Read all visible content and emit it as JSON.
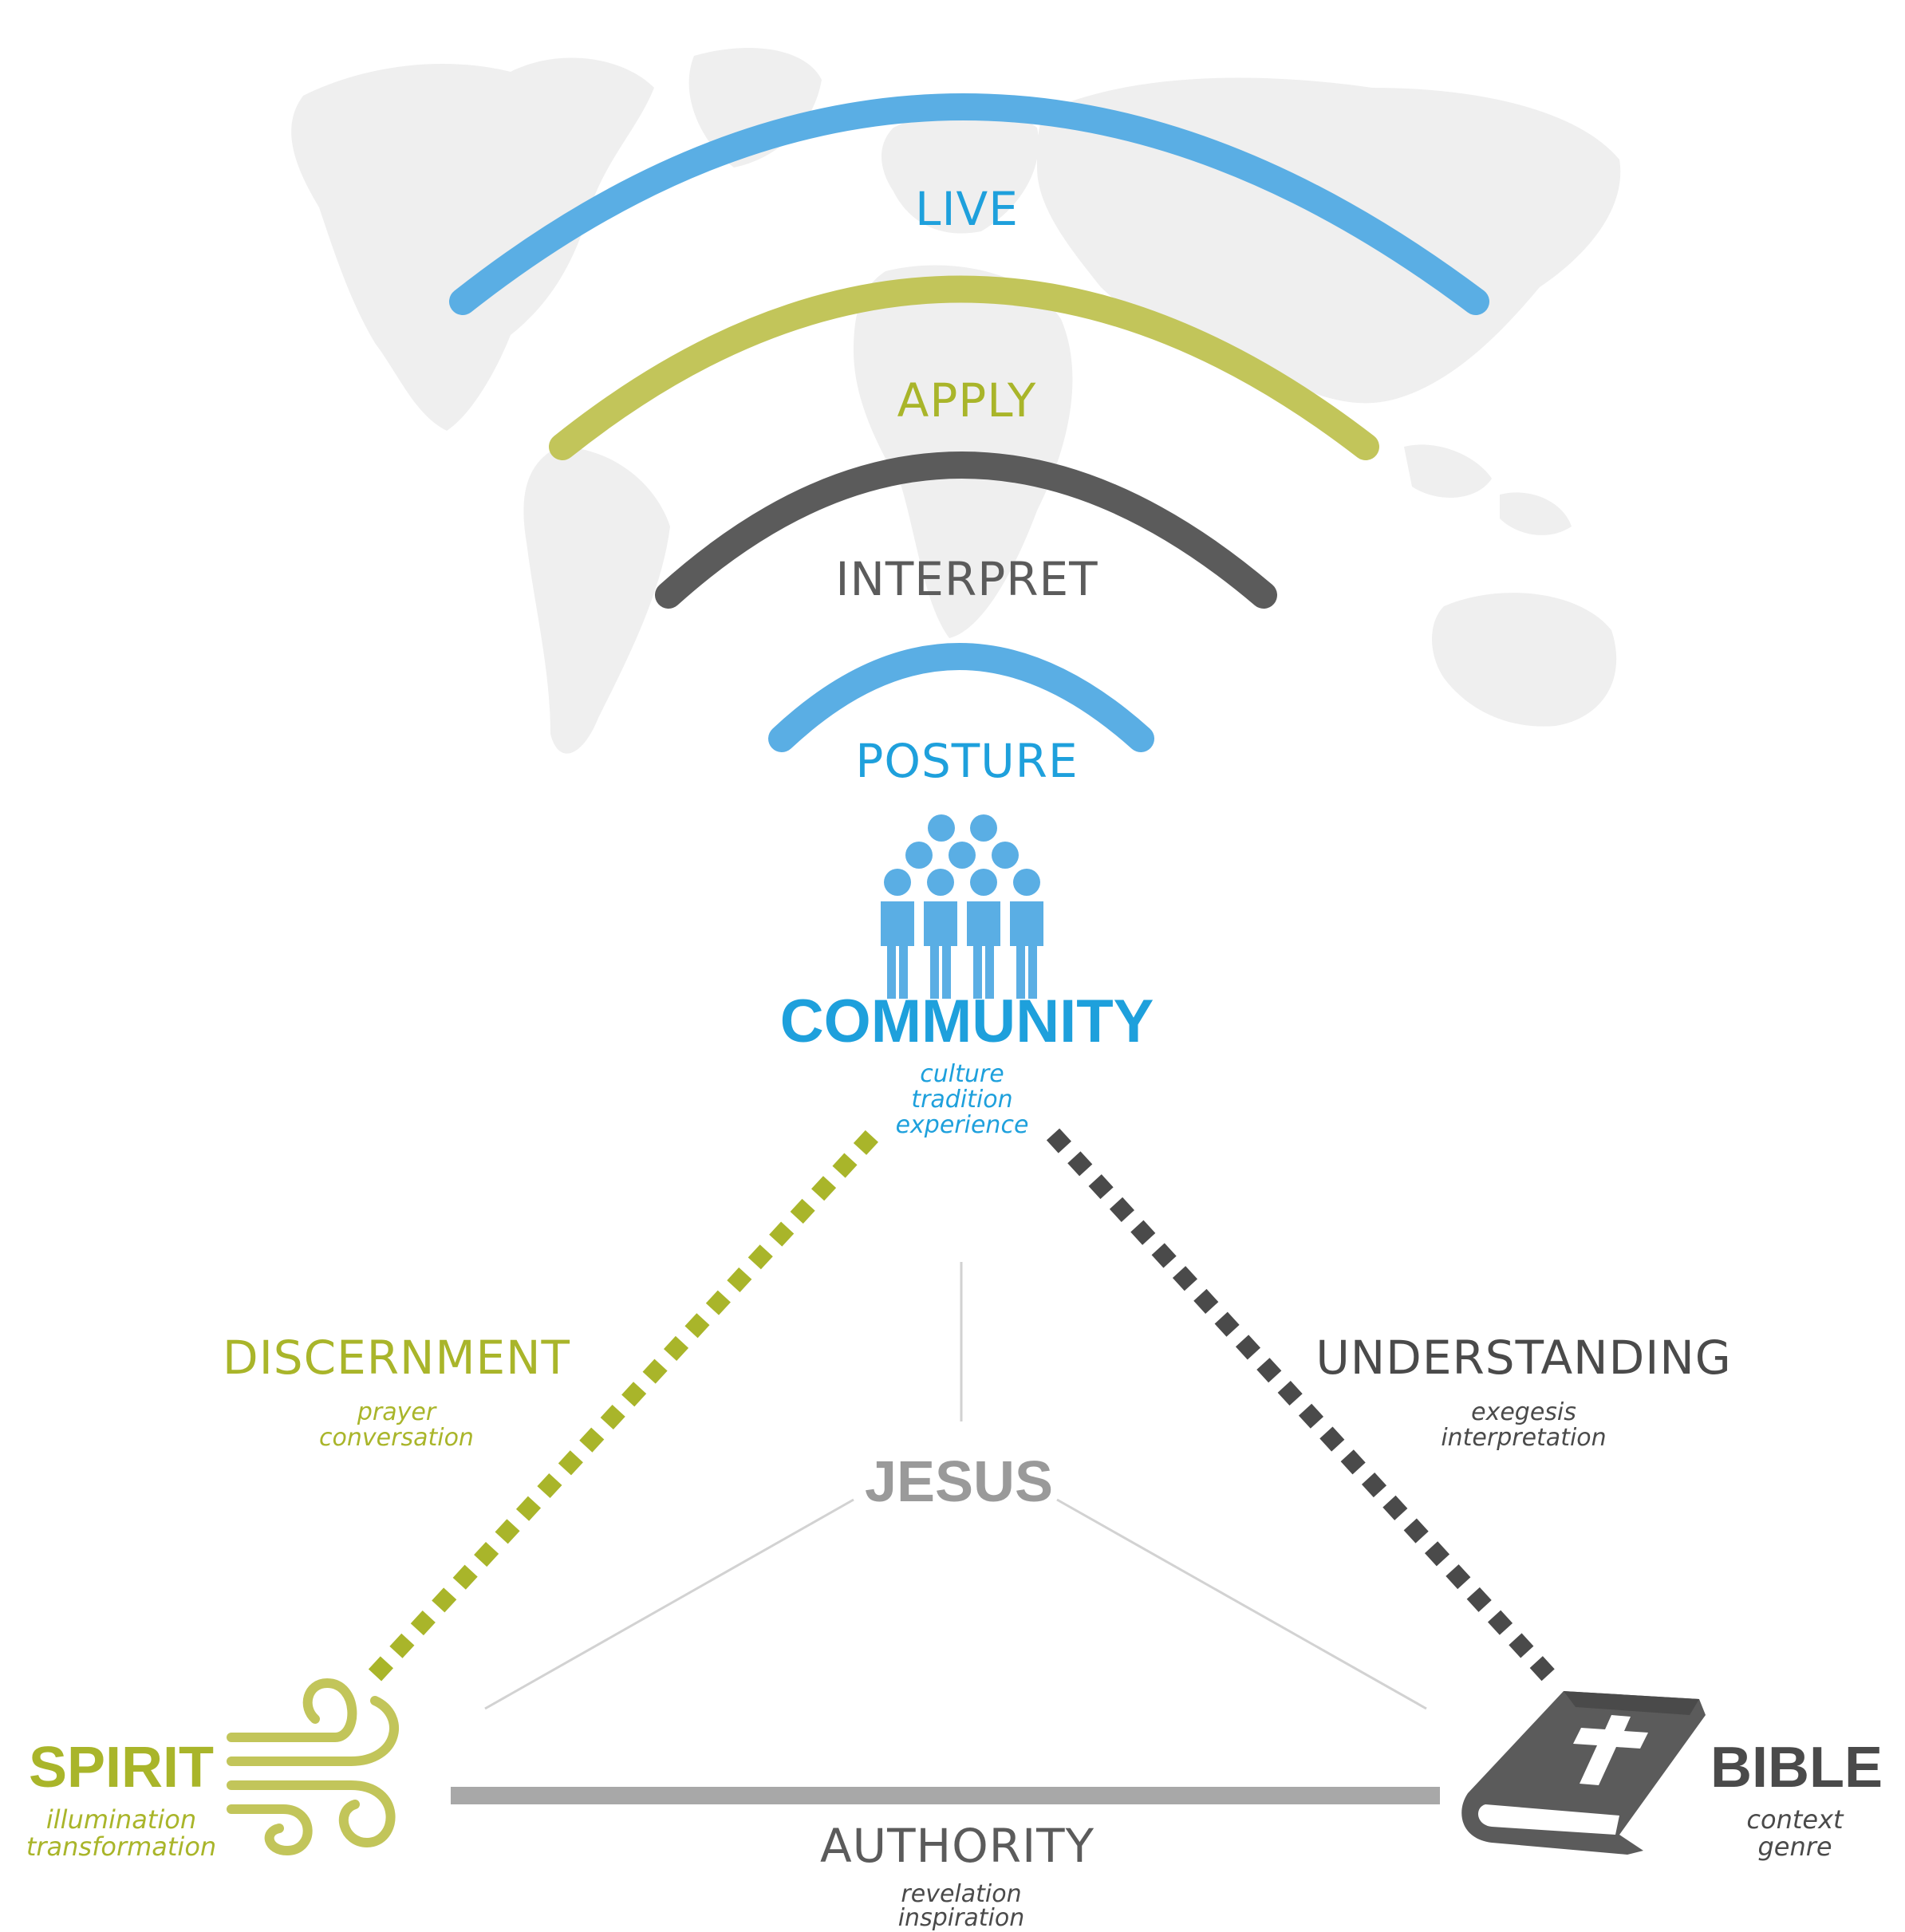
{
  "colors": {
    "blue": "#5aaee4",
    "blue_text": "#1ea0dc",
    "green": "#c2c55a",
    "green_text": "#a9b52a",
    "dark": "#5b5b5b",
    "grey": "#9a9a9a",
    "light_line": "#d2d2d2",
    "map": "#efefef"
  },
  "arcs": [
    {
      "label": "LIVE",
      "color": "blue"
    },
    {
      "label": "APPLY",
      "color": "green"
    },
    {
      "label": "INTERPRET",
      "color": "dark"
    },
    {
      "label": "POSTURE",
      "color": "blue"
    }
  ],
  "community": {
    "icon": "people-group-icon",
    "title": "COMMUNITY",
    "lines": [
      "culture",
      "tradition",
      "experience"
    ]
  },
  "discernment": {
    "title": "DISCERNMENT",
    "lines": [
      "prayer",
      "conversation"
    ]
  },
  "understanding": {
    "title": "UNDERSTANDING",
    "lines": [
      "exegesis",
      "interpretation"
    ]
  },
  "jesus": {
    "title": "JESUS"
  },
  "spirit": {
    "icon": "wind-icon",
    "title": "SPIRIT",
    "lines": [
      "illumination",
      "transformation"
    ]
  },
  "bible": {
    "icon": "bible-book-icon",
    "title": "BIBLE",
    "lines": [
      "context",
      "genre"
    ]
  },
  "authority": {
    "title": "AUTHORITY",
    "lines": [
      "revelation",
      "inspiration"
    ]
  }
}
